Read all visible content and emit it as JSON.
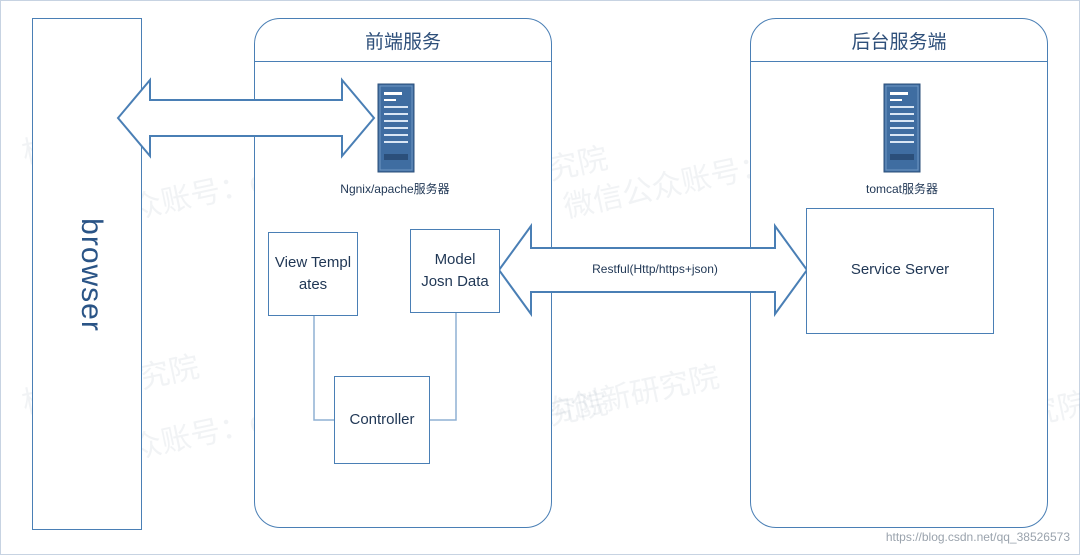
{
  "browser": {
    "label": "browser"
  },
  "frontend": {
    "title": "前端服务",
    "server_label": "Ngnix/apache服务器",
    "view_templates": "View Templates",
    "model_data": "Model Josn Data",
    "controller": "Controller"
  },
  "backend": {
    "title": "后台服务端",
    "server_label": "tomcat服务器",
    "service_server": "Service Server"
  },
  "connection": {
    "label": "Restful(Http/https+json)"
  },
  "watermark": {
    "text1": "构创新研究院",
    "text2": "微信公众账号：eaworld",
    "text3": "EA企业架构创新研究院",
    "url": "https://blog.csdn.net/qq_38526573"
  },
  "colors": {
    "line": "#4a7fb5",
    "text": "#1f3654",
    "server_body": "#3f6da1"
  },
  "icons": [
    "server-icon"
  ]
}
